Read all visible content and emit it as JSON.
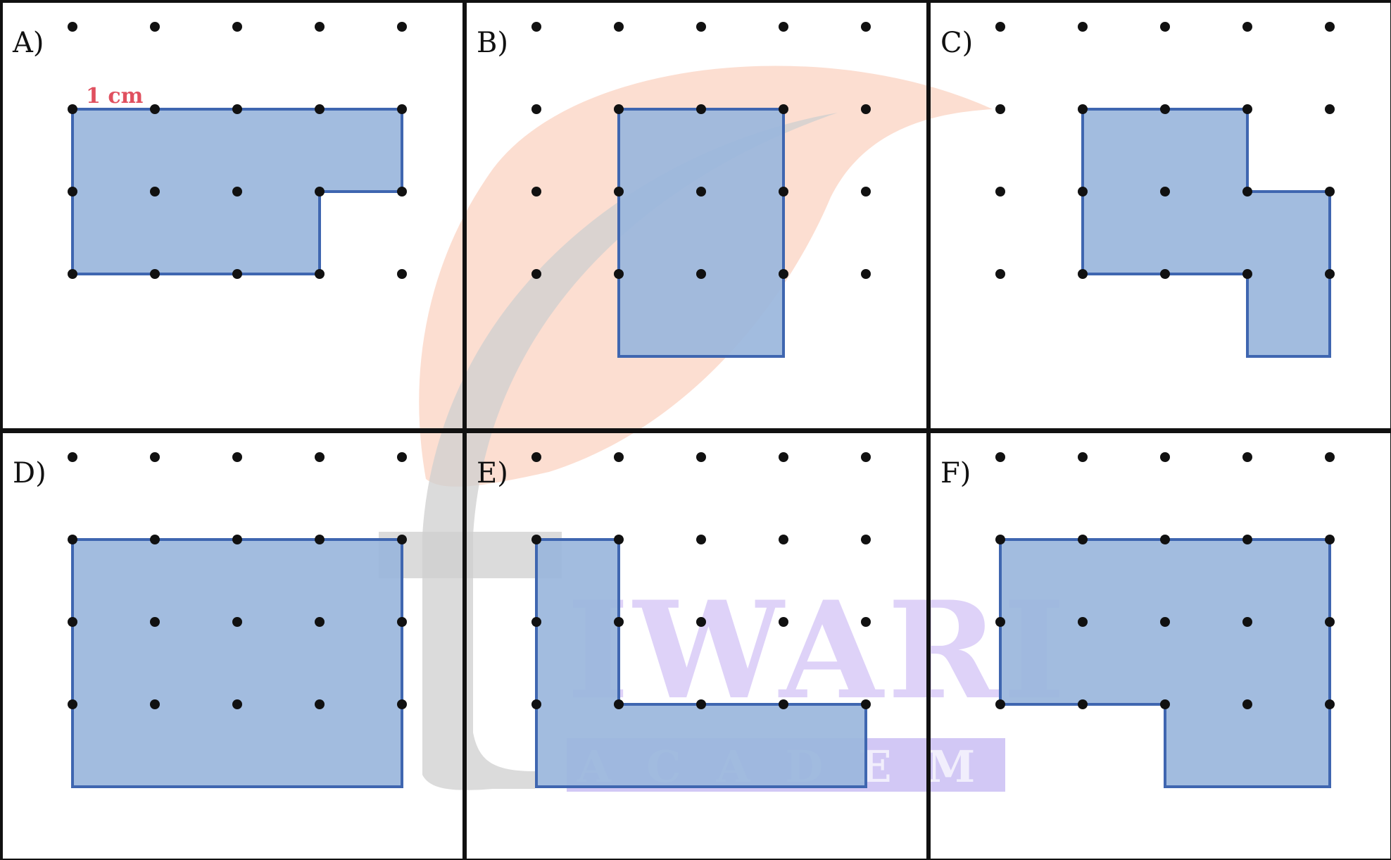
{
  "panels": [
    {
      "label": "A)",
      "scale_label": "1 cm",
      "shape": [
        [
          0,
          1
        ],
        [
          4,
          1
        ],
        [
          4,
          2
        ],
        [
          3,
          2
        ],
        [
          3,
          3
        ],
        [
          0,
          3
        ]
      ]
    },
    {
      "label": "B)",
      "shape": [
        [
          1,
          1
        ],
        [
          3,
          1
        ],
        [
          3,
          4
        ],
        [
          1,
          4
        ]
      ]
    },
    {
      "label": "C)",
      "shape": [
        [
          1,
          1
        ],
        [
          3,
          1
        ],
        [
          3,
          2
        ],
        [
          4,
          2
        ],
        [
          4,
          4
        ],
        [
          3,
          4
        ],
        [
          3,
          3
        ],
        [
          1,
          3
        ]
      ]
    },
    {
      "label": "D)",
      "shape": [
        [
          0,
          1
        ],
        [
          4,
          1
        ],
        [
          4,
          4
        ],
        [
          0,
          4
        ]
      ]
    },
    {
      "label": "E)",
      "shape": [
        [
          0,
          1
        ],
        [
          1,
          1
        ],
        [
          1,
          3
        ],
        [
          4,
          3
        ],
        [
          4,
          4
        ],
        [
          0,
          4
        ]
      ]
    },
    {
      "label": "F)",
      "shape": [
        [
          0,
          1
        ],
        [
          4,
          1
        ],
        [
          4,
          4
        ],
        [
          2,
          4
        ],
        [
          2,
          3
        ],
        [
          0,
          3
        ]
      ]
    }
  ],
  "grid": {
    "columns": 5,
    "rows": 5
  },
  "colors": {
    "shape_fill": "#9ab6dc",
    "shape_stroke": "#3f66b0",
    "dot": "#111111",
    "border": "#111111",
    "scale_label": "#e0505f",
    "watermark_leaf": "#fbd3c2",
    "watermark_stem": "#cfcfcf",
    "watermark_text": "#b89cf0",
    "watermark_band": "#9b86e8"
  },
  "watermark": {
    "title": "IWARI",
    "subtitle": "ACADEMY"
  }
}
